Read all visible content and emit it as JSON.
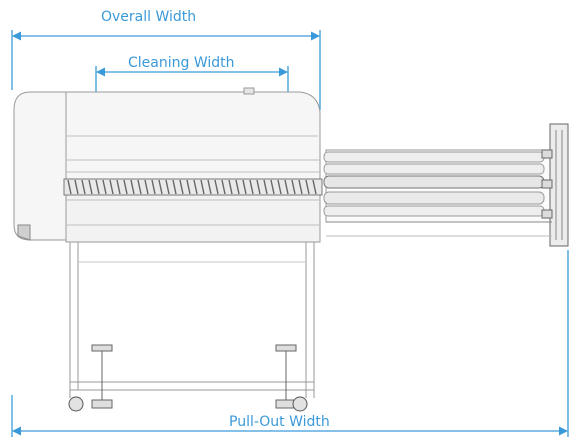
{
  "labels": {
    "overall_width": "Overall Width",
    "cleaning_width": "Cleaning Width",
    "pullout_width": "Pull-Out Width"
  },
  "colors": {
    "dimension": "#3a9ad9",
    "machine_line": "#9a9a9a",
    "machine_fill": "#f4f4f4",
    "dark_detail": "#555555"
  }
}
